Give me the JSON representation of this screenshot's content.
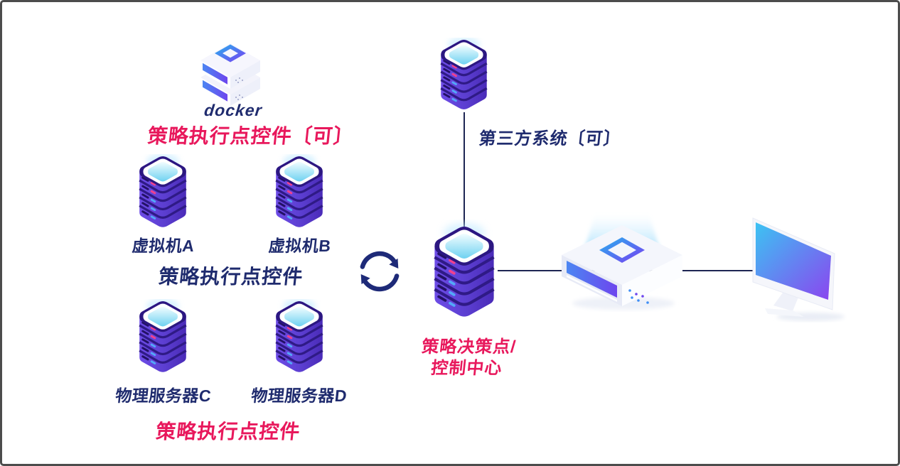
{
  "diagram": {
    "docker_group": {
      "title": "docker",
      "caption": "策略执行点控件〔可〕"
    },
    "vm_group": {
      "vm_a": "虚拟机A",
      "vm_b": "虚拟机B",
      "caption": "策略执行点控件"
    },
    "physical_group": {
      "server_c": "物理服务器C",
      "server_d": "物理服务器D",
      "caption": "策略执行点控件"
    },
    "third_party": {
      "label": "第三方系统〔可〕"
    },
    "control_center": {
      "line1": "策略决策点/",
      "line2": "控制中心"
    },
    "icons": {
      "docker": "docker-stack-icon",
      "server": "server-tower-icon",
      "sync": "sync-arrows-icon",
      "device": "control-device-icon",
      "monitor": "monitor-icon"
    },
    "colors": {
      "navy_text": "#1f2b6e",
      "rose_text": "#e8185c",
      "server_purple": "#5b3ed0",
      "server_dark": "#2c1781",
      "top_cyan": "#7fd8f0",
      "connector": "#1d2553",
      "border": "#4c4c4c"
    }
  }
}
